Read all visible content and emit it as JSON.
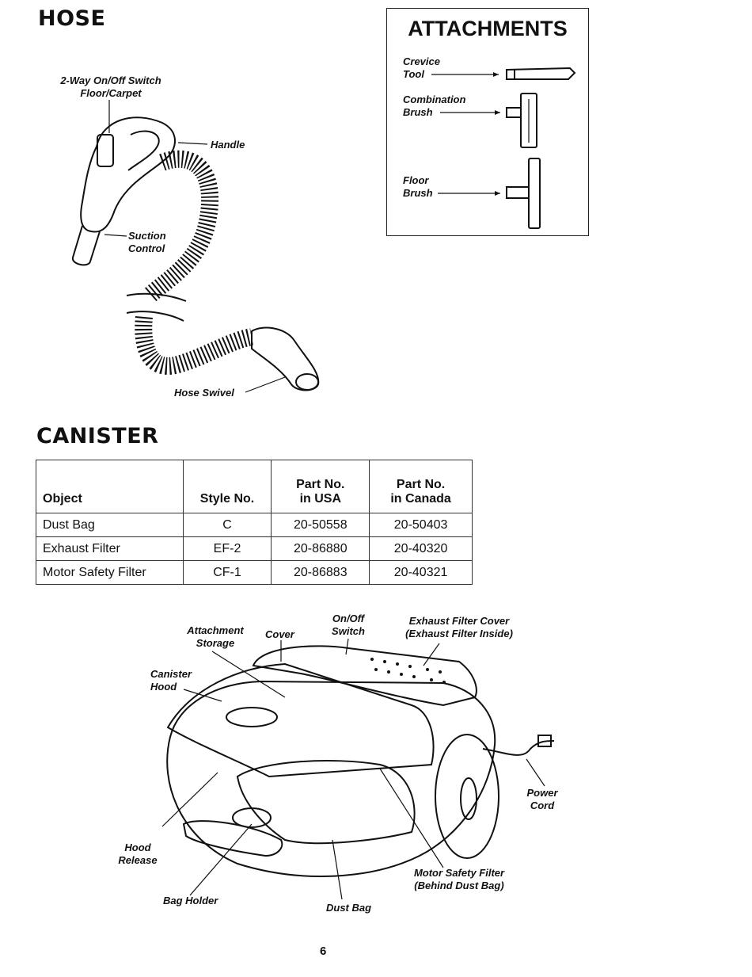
{
  "hose": {
    "heading": "HOSE",
    "labels": {
      "switch_line1": "2-Way On/Off Switch",
      "switch_line2": "Floor/Carpet",
      "handle": "Handle",
      "suction_line1": "Suction",
      "suction_line2": "Control",
      "swivel": "Hose Swivel"
    }
  },
  "attachments": {
    "heading": "ATTACHMENTS",
    "items": [
      {
        "line1": "Crevice",
        "line2": "Tool"
      },
      {
        "line1": "Combination",
        "line2": "Brush"
      },
      {
        "line1": "Floor",
        "line2": "Brush"
      }
    ]
  },
  "canister": {
    "heading": "CANISTER",
    "table": {
      "headers": [
        {
          "line1": "",
          "line2": "Object"
        },
        {
          "line1": "",
          "line2": "Style No."
        },
        {
          "line1": "Part No.",
          "line2": "in USA"
        },
        {
          "line1": "Part No.",
          "line2": "in Canada"
        }
      ],
      "rows": [
        [
          "Dust Bag",
          "C",
          "20-50558",
          "20-50403"
        ],
        [
          "Exhaust Filter",
          "EF-2",
          "20-86880",
          "20-40320"
        ],
        [
          "Motor Safety Filter",
          "CF-1",
          "20-86883",
          "20-40321"
        ]
      ]
    },
    "labels": {
      "attachment_storage_line1": "Attachment",
      "attachment_storage_line2": "Storage",
      "cover": "Cover",
      "onoff_line1": "On/Off",
      "onoff_line2": "Switch",
      "exhaust_cover_line1": "Exhaust Filter Cover",
      "exhaust_cover_line2": "(Exhaust Filter Inside)",
      "canister_hood_line1": "Canister",
      "canister_hood_line2": "Hood",
      "power_cord_line1": "Power",
      "power_cord_line2": "Cord",
      "hood_release_line1": "Hood",
      "hood_release_line2": "Release",
      "bag_holder": "Bag Holder",
      "dust_bag": "Dust Bag",
      "motor_filter_line1": "Motor Safety Filter",
      "motor_filter_line2": "(Behind Dust Bag)"
    }
  },
  "page_number": "6"
}
